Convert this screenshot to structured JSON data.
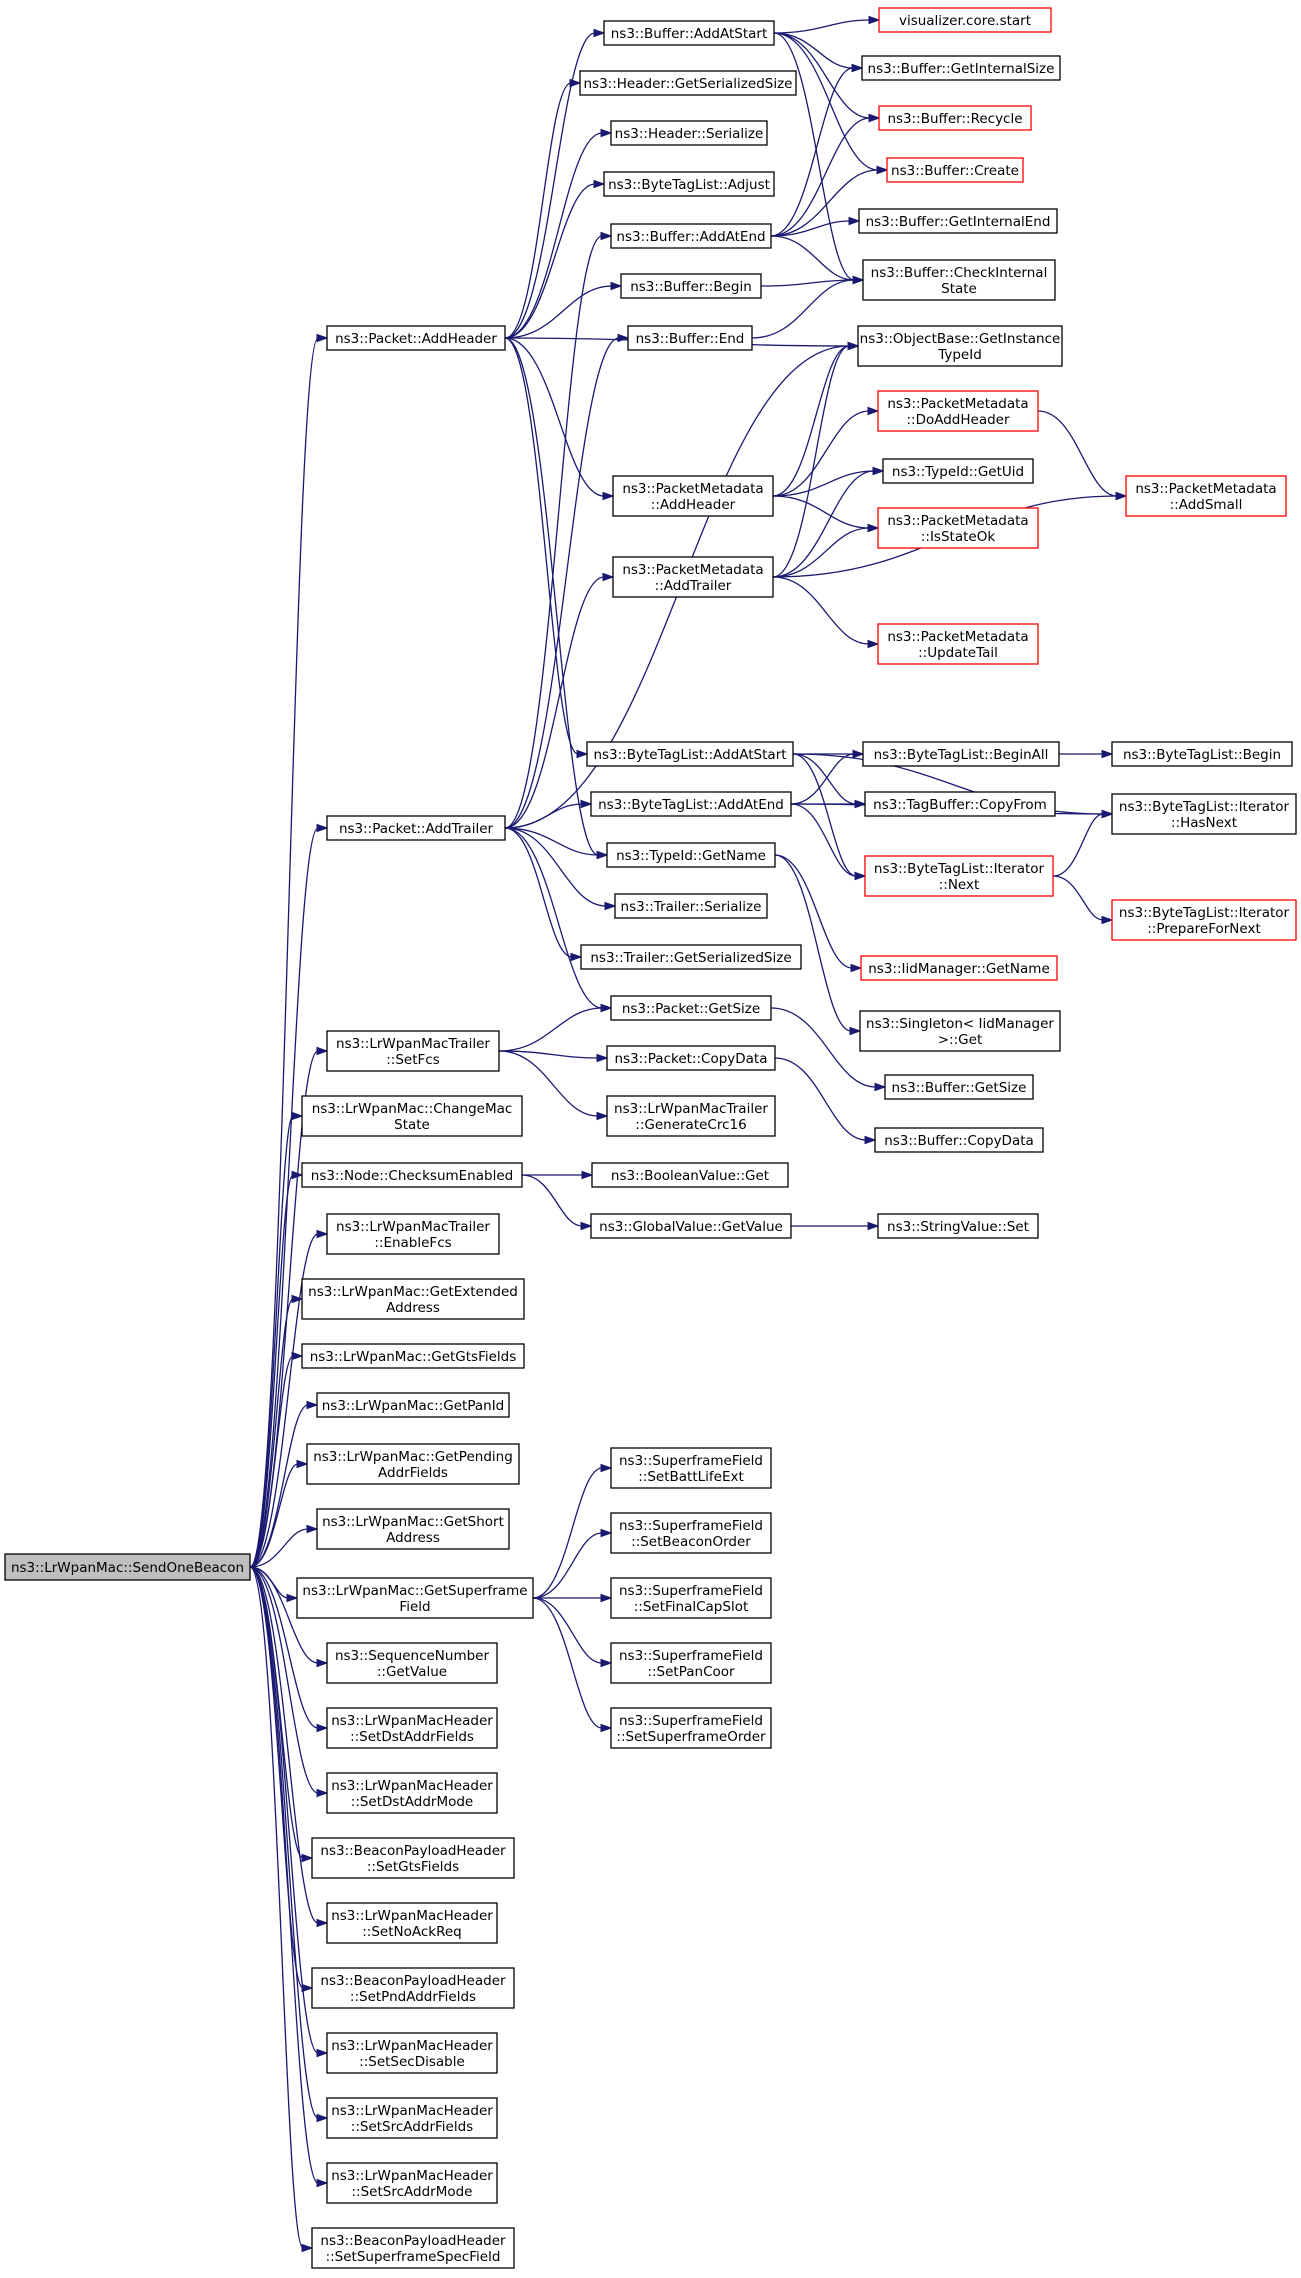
{
  "colors": {
    "edge": "#191970",
    "warn_border": "#ff0000",
    "root_fill": "#bfbfbf"
  },
  "nodes": [
    {
      "id": "root",
      "lines": [
        "ns3::LrWpanMac::SendOneBeacon"
      ],
      "style": "root"
    },
    {
      "id": "addHeader",
      "lines": [
        "ns3::Packet::AddHeader"
      ]
    },
    {
      "id": "addTrailer",
      "lines": [
        "ns3::Packet::AddTrailer"
      ]
    },
    {
      "id": "trailerSetFcs",
      "lines": [
        "ns3::LrWpanMacTrailer",
        "::SetFcs"
      ]
    },
    {
      "id": "changeMac",
      "lines": [
        "ns3::LrWpanMac::ChangeMac",
        "State"
      ]
    },
    {
      "id": "checksum",
      "lines": [
        "ns3::Node::ChecksumEnabled"
      ]
    },
    {
      "id": "enableFcs",
      "lines": [
        "ns3::LrWpanMacTrailer",
        "::EnableFcs"
      ]
    },
    {
      "id": "getExtAddr",
      "lines": [
        "ns3::LrWpanMac::GetExtended",
        "Address"
      ]
    },
    {
      "id": "getGts",
      "lines": [
        "ns3::LrWpanMac::GetGtsFields"
      ]
    },
    {
      "id": "getPanId",
      "lines": [
        "ns3::LrWpanMac::GetPanId"
      ]
    },
    {
      "id": "getPending",
      "lines": [
        "ns3::LrWpanMac::GetPending",
        "AddrFields"
      ]
    },
    {
      "id": "getShort",
      "lines": [
        "ns3::LrWpanMac::GetShort",
        "Address"
      ]
    },
    {
      "id": "getSuperframe",
      "lines": [
        "ns3::LrWpanMac::GetSuperframe",
        "Field"
      ]
    },
    {
      "id": "seqGetValue",
      "lines": [
        "ns3::SequenceNumber",
        "::GetValue"
      ]
    },
    {
      "id": "setDstAddrFields",
      "lines": [
        "ns3::LrWpanMacHeader",
        "::SetDstAddrFields"
      ]
    },
    {
      "id": "setDstAddrMode",
      "lines": [
        "ns3::LrWpanMacHeader",
        "::SetDstAddrMode"
      ]
    },
    {
      "id": "setGtsFields",
      "lines": [
        "ns3::BeaconPayloadHeader",
        "::SetGtsFields"
      ]
    },
    {
      "id": "setNoAckReq",
      "lines": [
        "ns3::LrWpanMacHeader",
        "::SetNoAckReq"
      ]
    },
    {
      "id": "setPndAddr",
      "lines": [
        "ns3::BeaconPayloadHeader",
        "::SetPndAddrFields"
      ]
    },
    {
      "id": "setSecDisable",
      "lines": [
        "ns3::LrWpanMacHeader",
        "::SetSecDisable"
      ]
    },
    {
      "id": "setSrcAddrFields",
      "lines": [
        "ns3::LrWpanMacHeader",
        "::SetSrcAddrFields"
      ]
    },
    {
      "id": "setSrcAddrMode",
      "lines": [
        "ns3::LrWpanMacHeader",
        "::SetSrcAddrMode"
      ]
    },
    {
      "id": "setSuperframeSpec",
      "lines": [
        "ns3::BeaconPayloadHeader",
        "::SetSuperframeSpecField"
      ]
    },
    {
      "id": "bufAddAtStart",
      "lines": [
        "ns3::Buffer::AddAtStart"
      ]
    },
    {
      "id": "hdrGetSize",
      "lines": [
        "ns3::Header::GetSerializedSize"
      ]
    },
    {
      "id": "hdrSerialize",
      "lines": [
        "ns3::Header::Serialize"
      ]
    },
    {
      "id": "btlAdjust",
      "lines": [
        "ns3::ByteTagList::Adjust"
      ]
    },
    {
      "id": "bufAddAtEnd",
      "lines": [
        "ns3::Buffer::AddAtEnd"
      ]
    },
    {
      "id": "bufBegin",
      "lines": [
        "ns3::Buffer::Begin"
      ]
    },
    {
      "id": "bufEnd",
      "lines": [
        "ns3::Buffer::End"
      ]
    },
    {
      "id": "pmAddHeader",
      "lines": [
        "ns3::PacketMetadata",
        "::AddHeader"
      ]
    },
    {
      "id": "pmAddTrailer",
      "lines": [
        "ns3::PacketMetadata",
        "::AddTrailer"
      ]
    },
    {
      "id": "btlAddAtStart",
      "lines": [
        "ns3::ByteTagList::AddAtStart"
      ]
    },
    {
      "id": "btlAddAtEnd",
      "lines": [
        "ns3::ByteTagList::AddAtEnd"
      ]
    },
    {
      "id": "tidGetName",
      "lines": [
        "ns3::TypeId::GetName"
      ]
    },
    {
      "id": "trlSerialize",
      "lines": [
        "ns3::Trailer::Serialize"
      ]
    },
    {
      "id": "trlGetSize",
      "lines": [
        "ns3::Trailer::GetSerializedSize"
      ]
    },
    {
      "id": "pktGetSize",
      "lines": [
        "ns3::Packet::GetSize"
      ]
    },
    {
      "id": "pktCopyData",
      "lines": [
        "ns3::Packet::CopyData"
      ]
    },
    {
      "id": "genCrc",
      "lines": [
        "ns3::LrWpanMacTrailer",
        "::GenerateCrc16"
      ]
    },
    {
      "id": "boolGet",
      "lines": [
        "ns3::BooleanValue::Get"
      ]
    },
    {
      "id": "gvGetValue",
      "lines": [
        "ns3::GlobalValue::GetValue"
      ]
    },
    {
      "id": "sfBatt",
      "lines": [
        "ns3::SuperframeField",
        "::SetBattLifeExt"
      ]
    },
    {
      "id": "sfBeacon",
      "lines": [
        "ns3::SuperframeField",
        "::SetBeaconOrder"
      ]
    },
    {
      "id": "sfFinal",
      "lines": [
        "ns3::SuperframeField",
        "::SetFinalCapSlot"
      ]
    },
    {
      "id": "sfPan",
      "lines": [
        "ns3::SuperframeField",
        "::SetPanCoor"
      ]
    },
    {
      "id": "sfSuper",
      "lines": [
        "ns3::SuperframeField",
        "::SetSuperframeOrder"
      ]
    },
    {
      "id": "vizStart",
      "lines": [
        "visualizer.core.start"
      ],
      "style": "red"
    },
    {
      "id": "bufGetIntSize",
      "lines": [
        "ns3::Buffer::GetInternalSize"
      ]
    },
    {
      "id": "bufRecycle",
      "lines": [
        "ns3::Buffer::Recycle"
      ],
      "style": "red"
    },
    {
      "id": "bufCreate",
      "lines": [
        "ns3::Buffer::Create"
      ],
      "style": "red"
    },
    {
      "id": "bufGetIntEnd",
      "lines": [
        "ns3::Buffer::GetInternalEnd"
      ]
    },
    {
      "id": "bufCheckInt",
      "lines": [
        "ns3::Buffer::CheckInternal",
        "State"
      ]
    },
    {
      "id": "obGetInst",
      "lines": [
        "ns3::ObjectBase::GetInstance",
        "TypeId"
      ]
    },
    {
      "id": "pmDoAddHeader",
      "lines": [
        "ns3::PacketMetadata",
        "::DoAddHeader"
      ],
      "style": "red"
    },
    {
      "id": "tidGetUid",
      "lines": [
        "ns3::TypeId::GetUid"
      ]
    },
    {
      "id": "pmIsStateOk",
      "lines": [
        "ns3::PacketMetadata",
        "::IsStateOk"
      ],
      "style": "red"
    },
    {
      "id": "pmUpdateTail",
      "lines": [
        "ns3::PacketMetadata",
        "::UpdateTail"
      ],
      "style": "red"
    },
    {
      "id": "btlBeginAll",
      "lines": [
        "ns3::ByteTagList::BeginAll"
      ]
    },
    {
      "id": "tbCopyFrom",
      "lines": [
        "ns3::TagBuffer::CopyFrom"
      ]
    },
    {
      "id": "btlItNext",
      "lines": [
        "ns3::ByteTagList::Iterator",
        "::Next"
      ],
      "style": "red"
    },
    {
      "id": "iidGetName",
      "lines": [
        "ns3::IidManager::GetName"
      ],
      "style": "red"
    },
    {
      "id": "singletonGet",
      "lines": [
        "ns3::Singleton< IidManager",
        ">::Get"
      ]
    },
    {
      "id": "bufGetSize",
      "lines": [
        "ns3::Buffer::GetSize"
      ]
    },
    {
      "id": "bufCopyData",
      "lines": [
        "ns3::Buffer::CopyData"
      ]
    },
    {
      "id": "svSet",
      "lines": [
        "ns3::StringValue::Set"
      ]
    },
    {
      "id": "pmAddSmall",
      "lines": [
        "ns3::PacketMetadata",
        "::AddSmall"
      ],
      "style": "red"
    },
    {
      "id": "btlBegin",
      "lines": [
        "ns3::ByteTagList::Begin"
      ]
    },
    {
      "id": "btlItHasNext",
      "lines": [
        "ns3::ByteTagList::Iterator",
        "::HasNext"
      ]
    },
    {
      "id": "btlItPrepare",
      "lines": [
        "ns3::ByteTagList::Iterator",
        "::PrepareForNext"
      ],
      "style": "red"
    }
  ],
  "edges": [
    [
      "root",
      "addHeader"
    ],
    [
      "root",
      "addTrailer"
    ],
    [
      "root",
      "trailerSetFcs"
    ],
    [
      "root",
      "changeMac"
    ],
    [
      "root",
      "checksum"
    ],
    [
      "root",
      "enableFcs"
    ],
    [
      "root",
      "getExtAddr"
    ],
    [
      "root",
      "getGts"
    ],
    [
      "root",
      "getPanId"
    ],
    [
      "root",
      "getPending"
    ],
    [
      "root",
      "getShort"
    ],
    [
      "root",
      "getSuperframe"
    ],
    [
      "root",
      "seqGetValue"
    ],
    [
      "root",
      "setDstAddrFields"
    ],
    [
      "root",
      "setDstAddrMode"
    ],
    [
      "root",
      "setGtsFields"
    ],
    [
      "root",
      "setNoAckReq"
    ],
    [
      "root",
      "setPndAddr"
    ],
    [
      "root",
      "setSecDisable"
    ],
    [
      "root",
      "setSrcAddrFields"
    ],
    [
      "root",
      "setSrcAddrMode"
    ],
    [
      "root",
      "setSuperframeSpec"
    ],
    [
      "addHeader",
      "bufAddAtStart"
    ],
    [
      "addHeader",
      "hdrGetSize"
    ],
    [
      "addHeader",
      "hdrSerialize"
    ],
    [
      "addHeader",
      "btlAdjust"
    ],
    [
      "addHeader",
      "bufBegin"
    ],
    [
      "addHeader",
      "obGetInst"
    ],
    [
      "addHeader",
      "pmAddHeader"
    ],
    [
      "addHeader",
      "btlAddAtStart"
    ],
    [
      "addHeader",
      "tidGetName"
    ],
    [
      "addTrailer",
      "bufAddAtEnd"
    ],
    [
      "addTrailer",
      "bufEnd"
    ],
    [
      "addTrailer",
      "obGetInst"
    ],
    [
      "addTrailer",
      "pmAddTrailer"
    ],
    [
      "addTrailer",
      "btlAddAtEnd"
    ],
    [
      "addTrailer",
      "tidGetName"
    ],
    [
      "addTrailer",
      "trlSerialize"
    ],
    [
      "addTrailer",
      "trlGetSize"
    ],
    [
      "addTrailer",
      "pktGetSize"
    ],
    [
      "trailerSetFcs",
      "pktGetSize"
    ],
    [
      "trailerSetFcs",
      "pktCopyData"
    ],
    [
      "trailerSetFcs",
      "genCrc"
    ],
    [
      "checksum",
      "boolGet"
    ],
    [
      "checksum",
      "gvGetValue"
    ],
    [
      "getSuperframe",
      "sfBatt"
    ],
    [
      "getSuperframe",
      "sfBeacon"
    ],
    [
      "getSuperframe",
      "sfFinal"
    ],
    [
      "getSuperframe",
      "sfPan"
    ],
    [
      "getSuperframe",
      "sfSuper"
    ],
    [
      "bufAddAtStart",
      "vizStart"
    ],
    [
      "bufAddAtStart",
      "bufGetIntSize"
    ],
    [
      "bufAddAtStart",
      "bufRecycle"
    ],
    [
      "bufAddAtStart",
      "bufCreate"
    ],
    [
      "bufAddAtStart",
      "bufCheckInt"
    ],
    [
      "bufAddAtEnd",
      "bufGetIntSize"
    ],
    [
      "bufAddAtEnd",
      "bufRecycle"
    ],
    [
      "bufAddAtEnd",
      "bufCreate"
    ],
    [
      "bufAddAtEnd",
      "bufGetIntEnd"
    ],
    [
      "bufAddAtEnd",
      "bufCheckInt"
    ],
    [
      "bufBegin",
      "bufCheckInt"
    ],
    [
      "bufEnd",
      "bufCheckInt"
    ],
    [
      "pmAddHeader",
      "pmDoAddHeader"
    ],
    [
      "pmAddHeader",
      "tidGetUid"
    ],
    [
      "pmAddHeader",
      "pmIsStateOk"
    ],
    [
      "pmAddHeader",
      "obGetInst"
    ],
    [
      "pmAddTrailer",
      "tidGetUid"
    ],
    [
      "pmAddTrailer",
      "pmIsStateOk"
    ],
    [
      "pmAddTrailer",
      "pmUpdateTail"
    ],
    [
      "pmAddTrailer",
      "pmAddSmall"
    ],
    [
      "pmAddTrailer",
      "obGetInst"
    ],
    [
      "pmDoAddHeader",
      "pmAddSmall"
    ],
    [
      "btlAddAtStart",
      "btlBeginAll"
    ],
    [
      "btlAddAtStart",
      "tbCopyFrom"
    ],
    [
      "btlAddAtStart",
      "btlItNext"
    ],
    [
      "btlAddAtStart",
      "btlItHasNext"
    ],
    [
      "btlAddAtEnd",
      "btlBeginAll"
    ],
    [
      "btlAddAtEnd",
      "tbCopyFrom"
    ],
    [
      "btlAddAtEnd",
      "btlItNext"
    ],
    [
      "btlAddAtEnd",
      "btlItHasNext"
    ],
    [
      "btlBeginAll",
      "btlBegin"
    ],
    [
      "btlItNext",
      "btlItHasNext"
    ],
    [
      "btlItNext",
      "btlItPrepare"
    ],
    [
      "tidGetName",
      "iidGetName"
    ],
    [
      "tidGetName",
      "singletonGet"
    ],
    [
      "pktGetSize",
      "bufGetSize"
    ],
    [
      "pktCopyData",
      "bufCopyData"
    ],
    [
      "gvGetValue",
      "svSet"
    ]
  ]
}
